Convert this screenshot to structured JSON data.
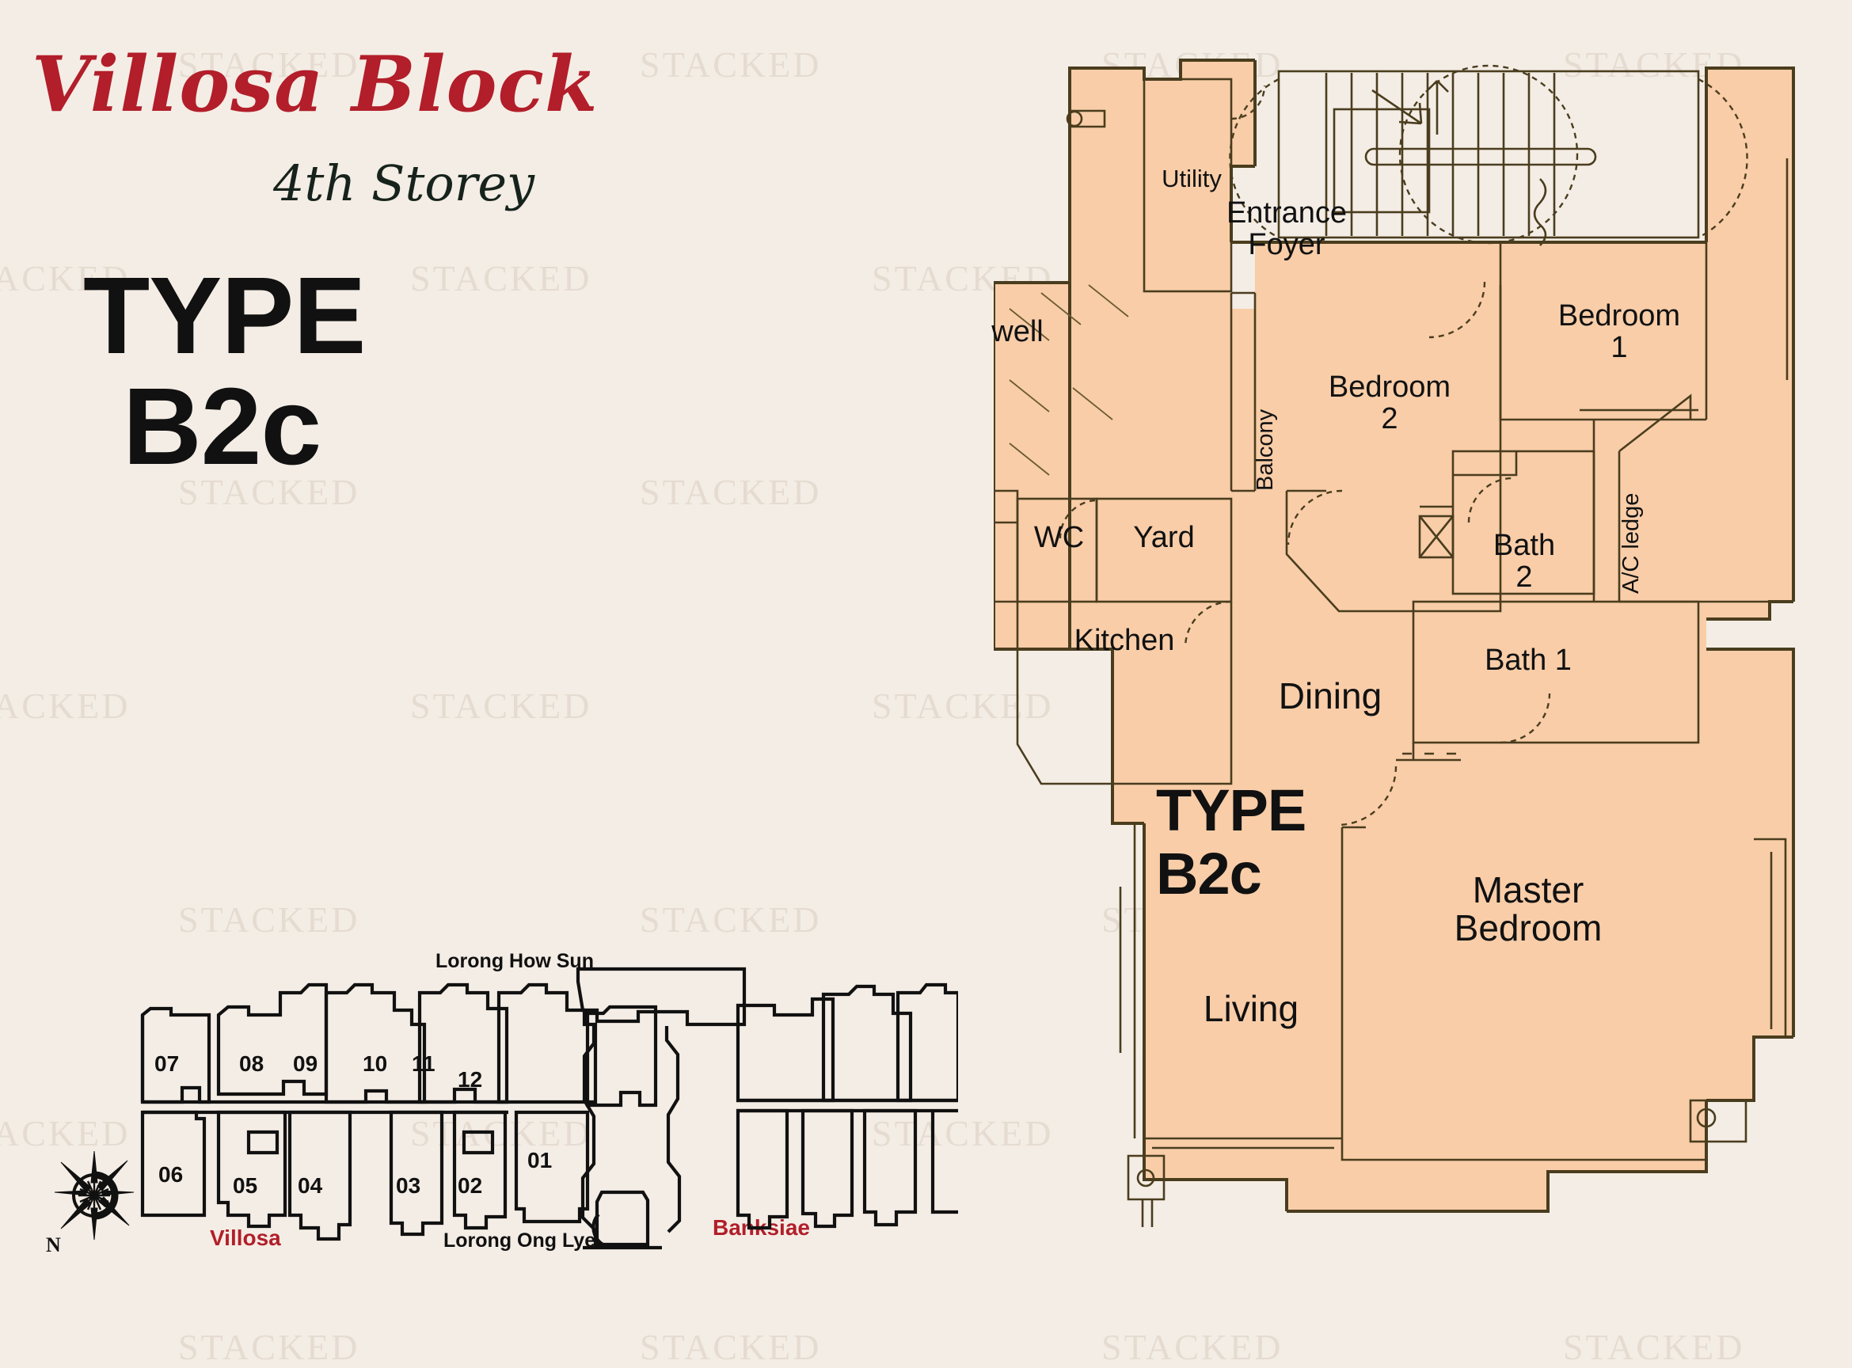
{
  "header": {
    "block_title": "Villosa Block",
    "storey": "4th Storey",
    "type_word": "TYPE",
    "type_code": "B2c"
  },
  "floorplan": {
    "watermark_text": "STACKED",
    "fill_color": "#F8CDA8",
    "line_color": "#3b3118",
    "background_color": "#F4EDE5",
    "accent_color": "#B21E2A",
    "type_word": "TYPE",
    "type_code": "B2c",
    "rooms": [
      {
        "name": "Utility",
        "label": "Utility"
      },
      {
        "name": "entrance-foyer",
        "label": "Entrance\nFoyer",
        "line1": "Entrance",
        "line2": "Foyer"
      },
      {
        "name": "stairwell",
        "label": "well"
      },
      {
        "name": "bedroom-1",
        "label": "Bedroom 1",
        "line1": "Bedroom",
        "line2": "1"
      },
      {
        "name": "bedroom-2",
        "label": "Bedroom 2",
        "line1": "Bedroom",
        "line2": "2"
      },
      {
        "name": "wc",
        "label": "WC"
      },
      {
        "name": "yard",
        "label": "Yard"
      },
      {
        "name": "kitchen",
        "label": "Kitchen"
      },
      {
        "name": "dining",
        "label": "Dining"
      },
      {
        "name": "bath-2",
        "label": "Bath 2",
        "line1": "Bath",
        "line2": "2"
      },
      {
        "name": "bath-1",
        "label": "Bath 1"
      },
      {
        "name": "living",
        "label": "Living"
      },
      {
        "name": "master-bedroom",
        "label": "Master Bedroom",
        "line1": "Master",
        "line2": "Bedroom"
      },
      {
        "name": "balcony",
        "label": "Balcony"
      },
      {
        "name": "ac-ledge",
        "label": "A/C ledge"
      }
    ]
  },
  "siteplan": {
    "roads": {
      "top": "Lorong How Sun",
      "bottom": "Lorong Ong Lye"
    },
    "blocks": {
      "left": "Villosa",
      "right": "Banksiae"
    },
    "compass": {
      "label": "N"
    },
    "units_top_row": [
      "07",
      "08",
      "09",
      "10",
      "11",
      "12"
    ],
    "units_bottom_row": [
      "06",
      "05",
      "04",
      "03",
      "02",
      "01"
    ]
  }
}
